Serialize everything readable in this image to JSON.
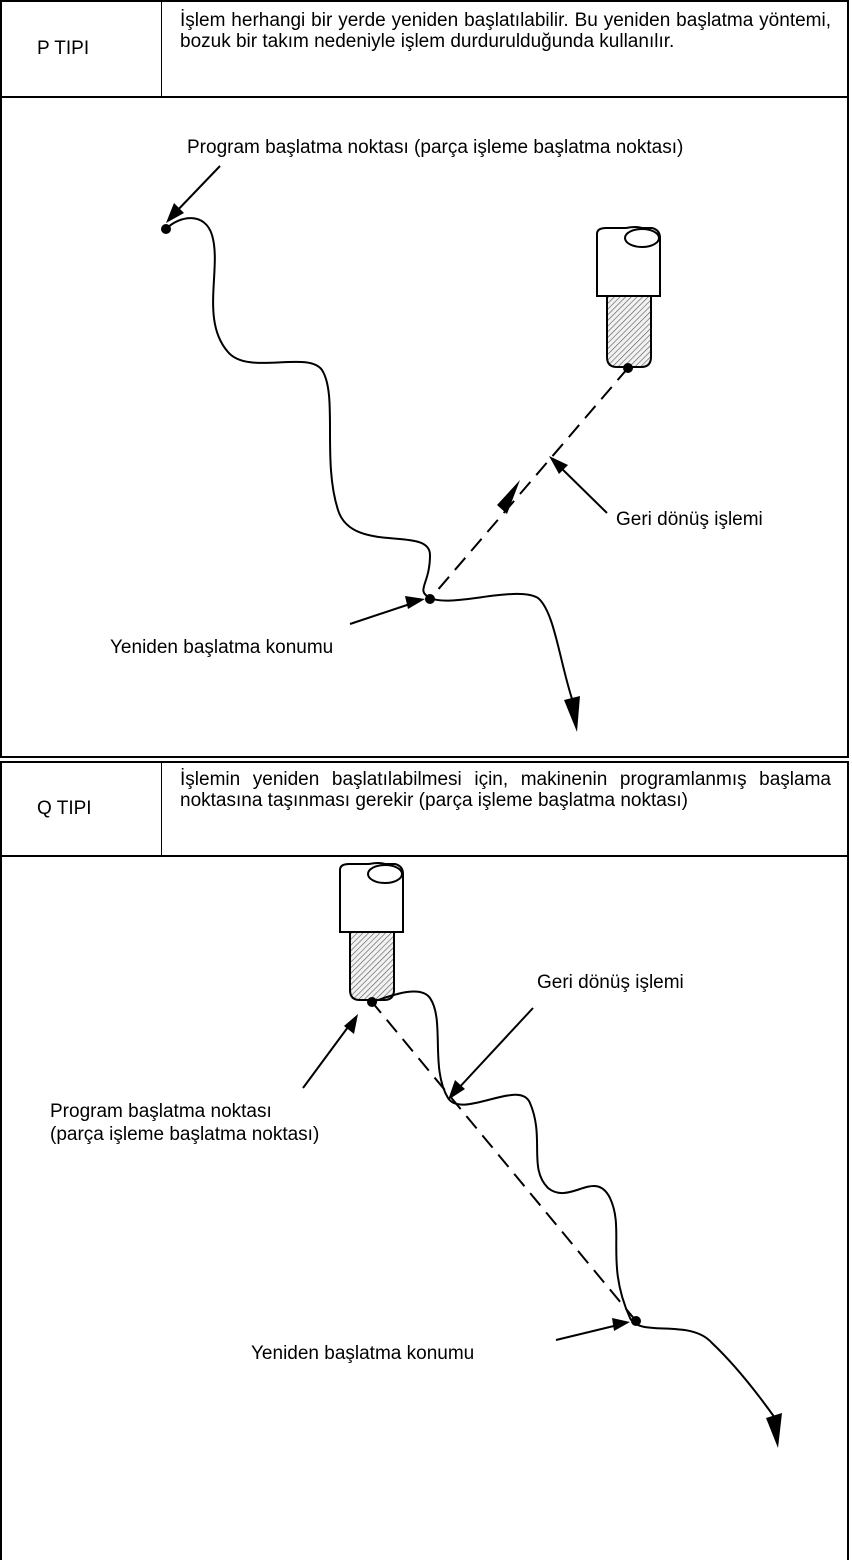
{
  "p_type": {
    "label": "P TIPI",
    "description": "İşlem herhangi bir yerde yeniden başlatılabilir. Bu yeniden başlatma yöntemi, bozuk bir takım nedeniyle işlem durdurulduğunda kullanılır.",
    "start_point_label": "Program başlatma noktası (parça işleme başlatma noktası)",
    "return_label": "Geri dönüş işlemi",
    "restart_label": "Yeniden başlatma konumu"
  },
  "q_type": {
    "label": "Q TIPI",
    "description": "İşlemin yeniden başlatılabilmesi için, makinenin programlanmış başlama noktasına taşınması gerekir (parça işleme başlatma noktası)",
    "return_label": "Geri dönüş işlemi",
    "start_point_line1": "Program başlatma noktası",
    "start_point_line2": "(parça işleme başlatma noktası)",
    "restart_label": "Yeniden başlatma konumu"
  }
}
